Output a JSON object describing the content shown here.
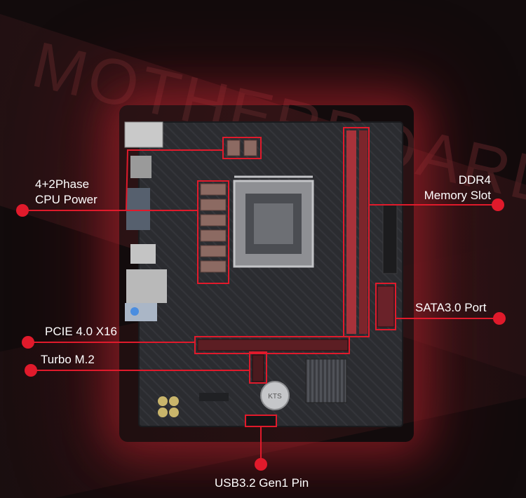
{
  "background_title": "MOTHERBOARD",
  "accent_color": "#e01a2b",
  "board_color": "#2a2b2e",
  "chip_text": "KTS",
  "callouts": [
    {
      "id": "cpu-power",
      "text": "4+2Phase\nCPU Power"
    },
    {
      "id": "ddr4",
      "text": "DDR4\nMemory Slot"
    },
    {
      "id": "sata",
      "text": "SATA3.0 Port"
    },
    {
      "id": "pcie",
      "text": "PCIE 4.0 X16"
    },
    {
      "id": "m2",
      "text": "Turbo M.2"
    },
    {
      "id": "usb",
      "text": "USB3.2 Gen1 Pin"
    }
  ]
}
